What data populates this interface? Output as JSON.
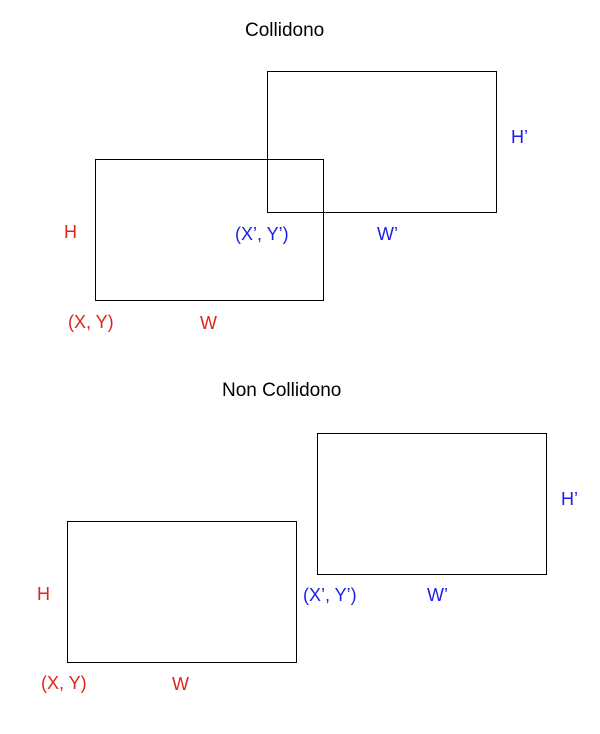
{
  "colors": {
    "first_rect": "#e0241b",
    "second_rect": "#1d1ee6",
    "outline": "#000000"
  },
  "collide": {
    "title": "Collidono",
    "rect_a": {
      "height_label": "H",
      "origin_label": "(X, Y)",
      "width_label": "W"
    },
    "rect_b": {
      "height_label": "H’",
      "origin_label": "(X’, Y’)",
      "width_label": "W’"
    }
  },
  "no_collide": {
    "title": "Non Collidono",
    "rect_a": {
      "height_label": "H",
      "origin_label": "(X, Y)",
      "width_label": "W"
    },
    "rect_b": {
      "height_label": "H’",
      "origin_label": "(X’, Y’)",
      "width_label": "W’"
    }
  }
}
